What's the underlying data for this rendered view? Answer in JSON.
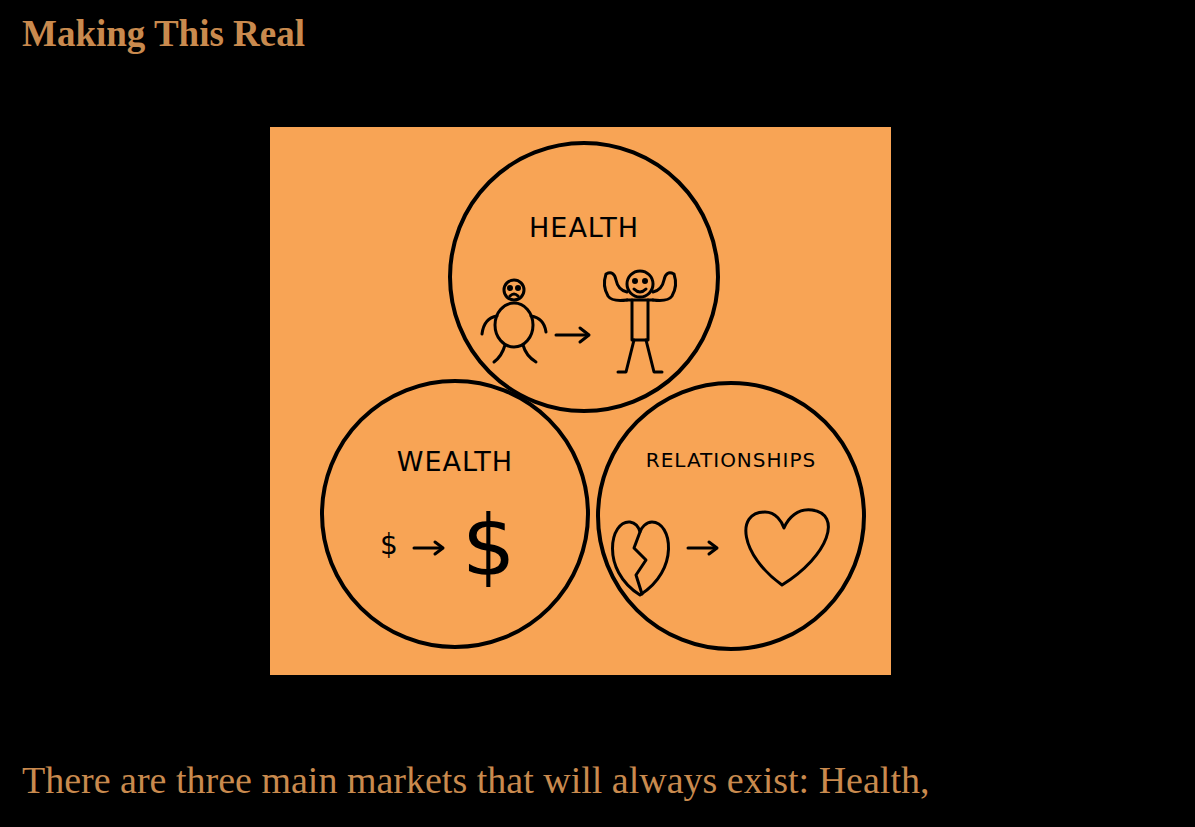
{
  "diagram": {
    "title": "Making This Real",
    "nodes": [
      {
        "text": [
          "HEALTH"
        ]
      },
      {
        "text": [
          "WEALTH"
        ]
      },
      {
        "text": [
          "RELATIONSHIPS"
        ]
      }
    ],
    "labels": [
      "$",
      "$",
      "There are three main markets that will always exist: Health,"
    ]
  }
}
